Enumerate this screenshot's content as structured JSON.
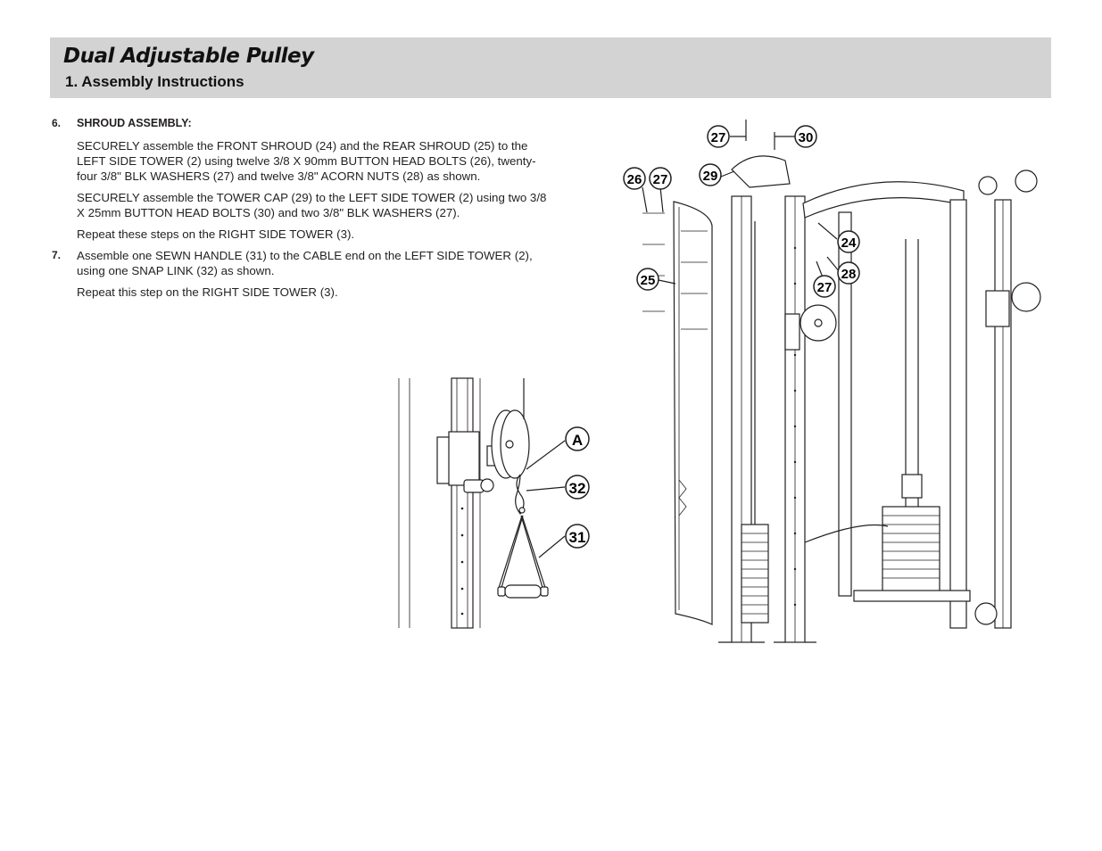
{
  "header": {
    "title": "Dual Adjustable Pulley",
    "subtitle": "1. Assembly Instructions"
  },
  "steps": [
    {
      "number": "6.",
      "heading": "SHROUD ASSEMBLY:",
      "paragraphs": [
        "SECURELY assemble the FRONT SHROUD (24) and the REAR SHROUD (25) to the LEFT SIDE TOWER (2) using twelve 3/8 X 90mm BUTTON HEAD BOLTS (26), twenty-four 3/8\" BLK WASHERS (27) and twelve 3/8\" ACORN NUTS (28) as shown.",
        "SECURELY assemble the TOWER CAP (29) to the LEFT SIDE TOWER (2) using two 3/8 X 25mm BUTTON HEAD BOLTS (30) and two 3/8\" BLK WASHERS (27).",
        "Repeat these steps on the RIGHT SIDE TOWER (3)."
      ]
    },
    {
      "number": "7.",
      "heading": "",
      "paragraphs": [
        "Assemble one SEWN HANDLE (31) to the CABLE end on the LEFT SIDE TOWER (2), using one SNAP LINK (32) as shown.",
        "Repeat this step on the RIGHT SIDE TOWER (3)."
      ]
    }
  ],
  "detail_callouts": {
    "a": "A",
    "c32": "32",
    "c31": "31"
  },
  "main_callouts": {
    "c27_top": "27",
    "c30": "30",
    "c29": "29",
    "c26": "26",
    "c27_left": "27",
    "c24": "24",
    "c28": "28",
    "c27_mid": "27",
    "c25": "25"
  }
}
